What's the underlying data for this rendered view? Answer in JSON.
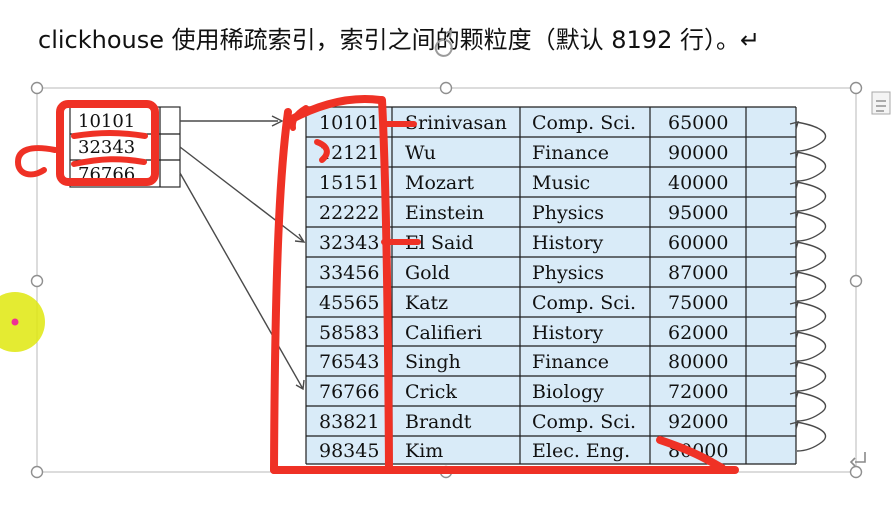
{
  "header": {
    "text": "clickhouse 使用稀疏索引，索引之间的颗粒度（默认 8192 行）。↵"
  },
  "index_entries": [
    "10101",
    "32343",
    "76766"
  ],
  "table": {
    "rows": [
      [
        "10101",
        "Srinivasan",
        "Comp. Sci.",
        "65000"
      ],
      [
        "12121",
        "Wu",
        "Finance",
        "90000"
      ],
      [
        "15151",
        "Mozart",
        "Music",
        "40000"
      ],
      [
        "22222",
        "Einstein",
        "Physics",
        "95000"
      ],
      [
        "32343",
        "El Said",
        "History",
        "60000"
      ],
      [
        "33456",
        "Gold",
        "Physics",
        "87000"
      ],
      [
        "45565",
        "Katz",
        "Comp. Sci.",
        "75000"
      ],
      [
        "58583",
        "Califieri",
        "History",
        "62000"
      ],
      [
        "76543",
        "Singh",
        "Finance",
        "80000"
      ],
      [
        "76766",
        "Crick",
        "Biology",
        "72000"
      ],
      [
        "83821",
        "Brandt",
        "Comp. Sci.",
        "92000"
      ],
      [
        "98345",
        "Kim",
        "Elec. Eng.",
        "80000"
      ]
    ]
  },
  "colors": {
    "table_fill": "#d9ebf8",
    "red_mark": "#ef3125",
    "cursor_highlight": "#dfe80e"
  },
  "icons": {
    "rotate_handle": "rotate-icon",
    "return_mark": "enter-return-icon",
    "side_tool": "layout-options-icon"
  }
}
